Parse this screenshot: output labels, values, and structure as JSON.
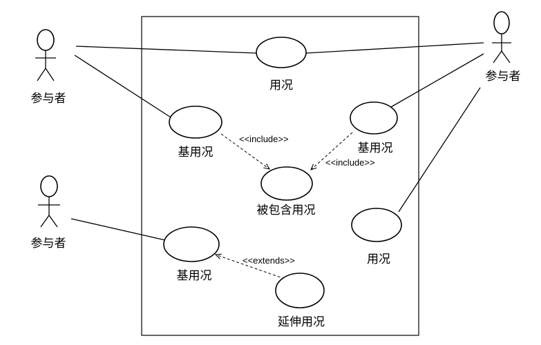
{
  "actors": [
    {
      "id": "actor-top-left",
      "label": "参与者"
    },
    {
      "id": "actor-top-right",
      "label": "参与者"
    },
    {
      "id": "actor-bottom-left",
      "label": "参与者"
    }
  ],
  "use_cases": [
    {
      "id": "uc-top",
      "label": "用况"
    },
    {
      "id": "uc-base-left",
      "label": "基用况"
    },
    {
      "id": "uc-base-right",
      "label": "基用况"
    },
    {
      "id": "uc-included",
      "label": "被包含用况"
    },
    {
      "id": "uc-right",
      "label": "用况"
    },
    {
      "id": "uc-base-bottom",
      "label": "基用况"
    },
    {
      "id": "uc-extension",
      "label": "延伸用况"
    }
  ],
  "relations": {
    "include_left": "<<include>>",
    "include_right": "<<include>>",
    "extends": "<<extends>>"
  }
}
